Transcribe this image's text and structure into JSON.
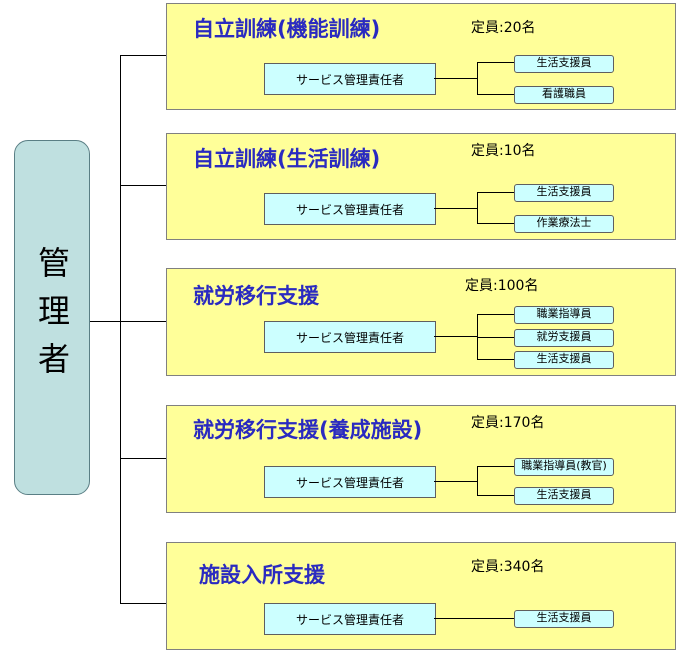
{
  "admin": {
    "label": "管理者"
  },
  "sections": [
    {
      "title": "自立訓練(機能訓練)",
      "capacity": "定員:20名",
      "manager": "サービス管理責任者",
      "staff": [
        "生活支援員",
        "看護職員"
      ]
    },
    {
      "title": "自立訓練(生活訓練)",
      "capacity": "定員:10名",
      "manager": "サービス管理責任者",
      "staff": [
        "生活支援員",
        "作業療法士"
      ]
    },
    {
      "title": "就労移行支援",
      "capacity": "定員:100名",
      "manager": "サービス管理責任者",
      "staff": [
        "職業指導員",
        "就労支援員",
        "生活支援員"
      ]
    },
    {
      "title": "就労移行支援(養成施設)",
      "capacity": "定員:170名",
      "manager": "サービス管理責任者",
      "staff": [
        "職業指導員(教官)",
        "生活支援員"
      ]
    },
    {
      "title": "施設入所支援",
      "capacity": "定員:340名",
      "manager": "サービス管理責任者",
      "staff": [
        "生活支援員"
      ]
    }
  ]
}
